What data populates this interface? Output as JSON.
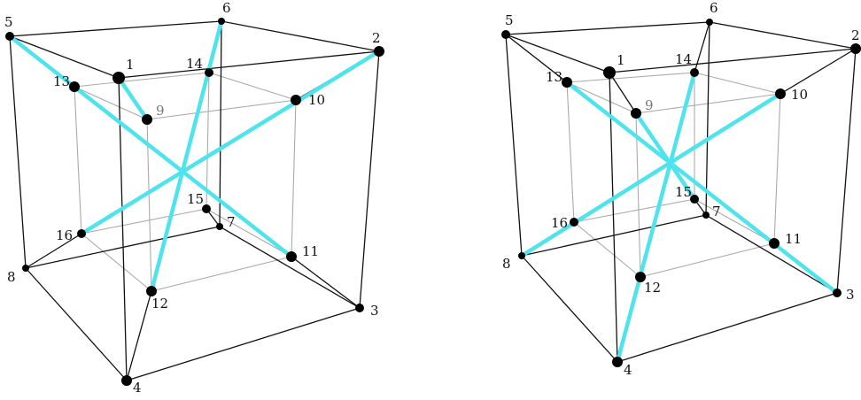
{
  "colors": {
    "background": "#ffffff",
    "outer_edge": "#111111",
    "inner_edge": "#aaaaaa",
    "highlight": "#4fe3ee",
    "vertex": "#000000",
    "label": "#111111",
    "label_muted": "#777777"
  },
  "panels": [
    {
      "id": "left",
      "labels": [
        "1",
        "2",
        "3",
        "4",
        "5",
        "6",
        "7",
        "8",
        "9",
        "10",
        "11",
        "12",
        "13",
        "14",
        "15",
        "16"
      ],
      "highlight_segments": [
        [
          "5",
          "11"
        ],
        [
          "2",
          "16"
        ],
        [
          "6",
          "12"
        ],
        [
          "1",
          "9"
        ]
      ]
    },
    {
      "id": "right",
      "labels": [
        "1",
        "2",
        "3",
        "4",
        "5",
        "6",
        "7",
        "8",
        "9",
        "10",
        "11",
        "12",
        "13",
        "14",
        "15",
        "16"
      ],
      "highlight_segments": [
        [
          "13",
          "3"
        ],
        [
          "10",
          "8"
        ],
        [
          "14",
          "4"
        ],
        [
          "9",
          "15"
        ]
      ]
    }
  ]
}
